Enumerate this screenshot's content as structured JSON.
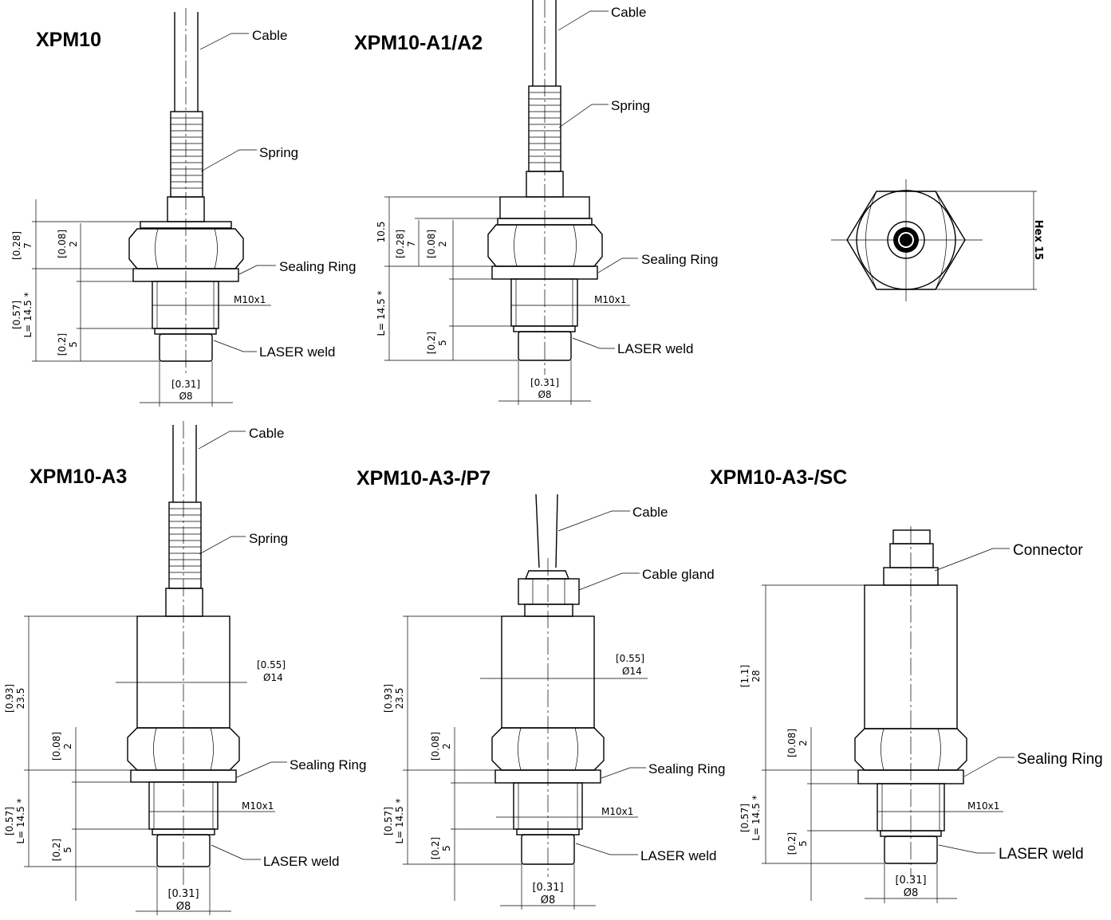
{
  "figures": [
    {
      "id": "xpm10",
      "title": "XPM10",
      "labels": {
        "cable": "Cable",
        "spring": "Spring",
        "sealing": "Sealing Ring",
        "laser": "LASER weld",
        "thread": "M10x1"
      },
      "dims": {
        "overall": "[0.28]\n7",
        "hex": "[0.08]\n2",
        "length": "[0.57]\nL= 14.5 *",
        "tip": "[0.2]\n5",
        "diameter": "[0.31]\nØ8"
      }
    },
    {
      "id": "xpm10-a1a2",
      "title": "XPM10-A1/A2",
      "labels": {
        "cable": "Cable",
        "spring": "Spring",
        "sealing": "Sealing Ring",
        "laser": "LASER weld",
        "thread": "M10x1"
      },
      "dims": {
        "top": "10.5",
        "overall": "[0.28]\n7",
        "hex": "[0.08]\n2",
        "length": "L= 14.5 *",
        "tip": "[0.2]\n5",
        "diameter": "[0.31]\nØ8"
      }
    },
    {
      "id": "hex-view",
      "labels": {
        "hex": "Hex  15"
      }
    },
    {
      "id": "xpm10-a3",
      "title": "XPM10-A3",
      "labels": {
        "cable": "Cable",
        "spring": "Spring",
        "sealing": "Sealing Ring",
        "laser": "LASER weld",
        "thread": "M10x1"
      },
      "dims": {
        "body": "[0.93]\n23.5",
        "body_dia": "[0.55]\nØ14",
        "hex": "[0.08]\n2",
        "length": "[0.57]\nL= 14.5 *",
        "tip": "[0.2]\n5",
        "diameter": "[0.31]\nØ8"
      }
    },
    {
      "id": "xpm10-a3-p7",
      "title": "XPM10-A3-/P7",
      "labels": {
        "cable": "Cable",
        "gland": "Cable gland",
        "sealing": "Sealing Ring",
        "laser": "LASER weld",
        "thread": "M10x1"
      },
      "dims": {
        "body": "[0.93]\n23.5",
        "body_dia": "[0.55]\nØ14",
        "hex": "[0.08]\n2",
        "length": "[0.57]\nL= 14.5 *",
        "tip": "[0.2]\n5",
        "diameter": "[0.31]\nØ8"
      }
    },
    {
      "id": "xpm10-a3-sc",
      "title": "XPM10-A3-/SC",
      "labels": {
        "connector": "Connector",
        "sealing": "Sealing Ring",
        "laser": "LASER weld",
        "thread": "M10x1"
      },
      "dims": {
        "body": "[1.1]\n28",
        "hex": "[0.08]\n2",
        "length": "[0.57]\nL= 14.5 *",
        "tip": "[0.2]\n5",
        "diameter": "[0.31]\nØ8"
      }
    }
  ]
}
